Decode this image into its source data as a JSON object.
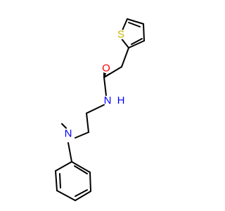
{
  "molecule": {
    "atoms": {
      "sulfur": {
        "symbol": "S",
        "color": "#c8b400"
      },
      "oxygen": {
        "symbol": "O",
        "color": "#ff0000"
      },
      "amide_nitrogen": {
        "symbol": "N",
        "color": "#0000ff"
      },
      "amide_hydrogen": {
        "symbol": "H",
        "color": "#0000ff"
      },
      "amine_nitrogen": {
        "symbol": "N",
        "color": "#0000ff"
      }
    },
    "bond_color": "#000000",
    "background": "#ffffff"
  }
}
